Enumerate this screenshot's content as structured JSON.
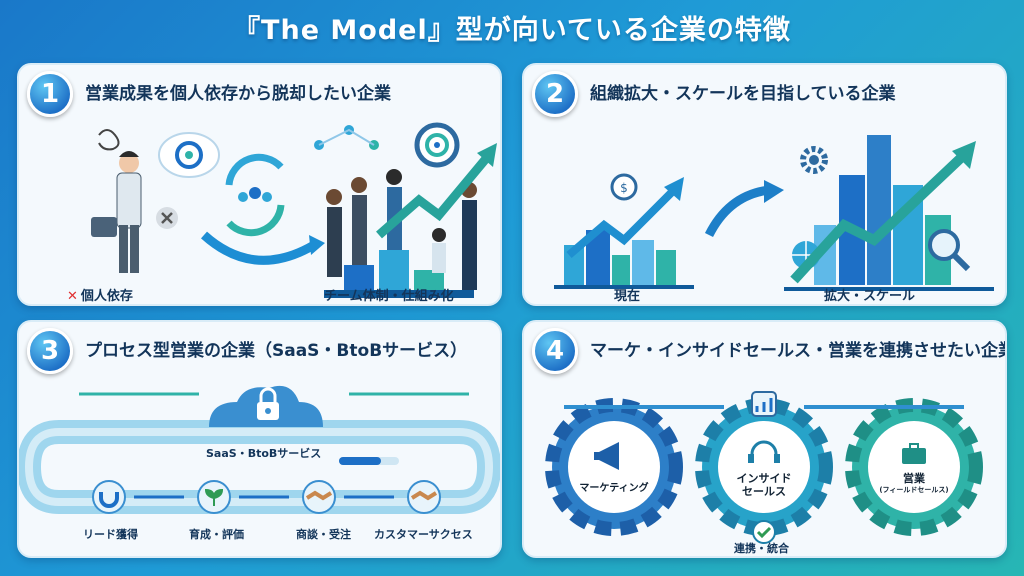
{
  "page": {
    "title": "『The Model』型が向いている企業の特徴"
  },
  "panels": [
    {
      "number": "1",
      "title": "営業成果を個人依存から脱却したい企業",
      "left_label": "個人依存",
      "left_mark": "✕",
      "right_label": "チーム体制・仕組み化"
    },
    {
      "number": "2",
      "title": "組織拡大・スケールを目指している企業",
      "left_label": "現在",
      "right_label": "拡大・スケール"
    },
    {
      "number": "3",
      "title": "プロセス型営業の企業（SaaS・BtoBサービス）",
      "cloud_label": "SaaS・BtoBサービス",
      "steps": [
        "リード獲得",
        "育成・評価",
        "商談・受注",
        "カスタマーサクセス"
      ]
    },
    {
      "number": "4",
      "title": "マーケ・インサイドセールス・営業を連携させたい企業",
      "gears": [
        {
          "label": "マーケティング"
        },
        {
          "label": "インサイド\nセールス"
        },
        {
          "label": "営業",
          "sub": "(フィールドセールス)"
        }
      ],
      "bottom_label": "連携・統合"
    }
  ],
  "colors": {
    "primary": "#1d6fc6",
    "accent": "#2fb3a8",
    "dark": "#13355a",
    "panel_bg": "#f4f9fd"
  },
  "icons": [
    "target-icon",
    "team-cycle-icon",
    "coin-icon",
    "gear-icon",
    "magnifier-icon",
    "globe-icon",
    "lock-icon",
    "magnet-icon",
    "sprout-icon",
    "handshake-icon",
    "megaphone-icon",
    "headset-icon",
    "briefcase-icon",
    "chart-icon",
    "check-icon"
  ]
}
